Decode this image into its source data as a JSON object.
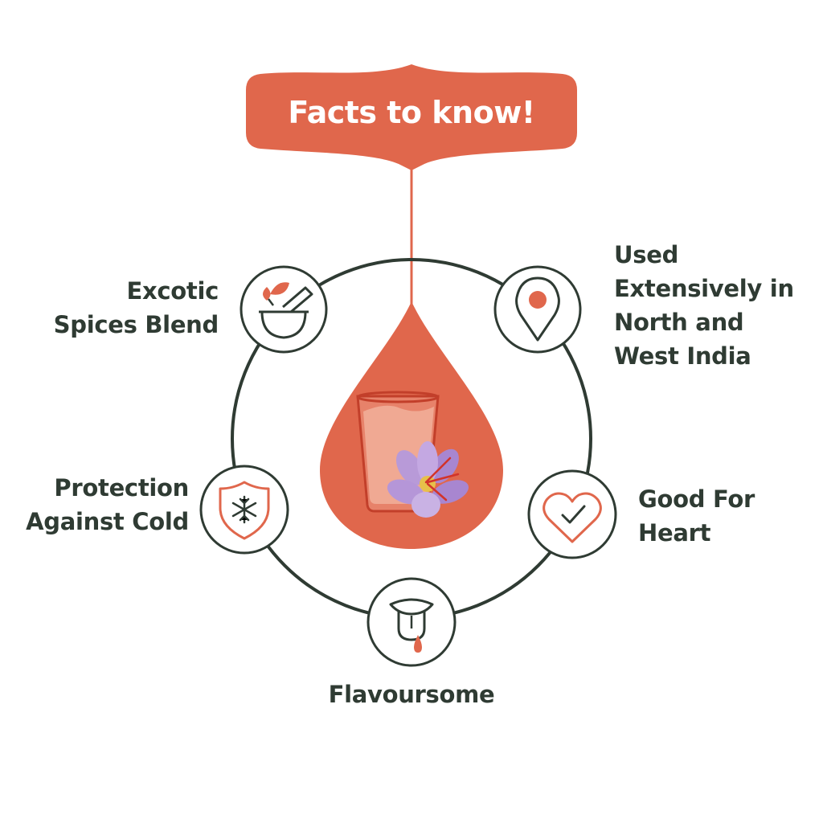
{
  "title": "Facts to know!",
  "facts": {
    "spices": [
      "Excotic",
      "Spices Blend"
    ],
    "region": [
      "Used",
      "Extensively in",
      "North and",
      "West India"
    ],
    "cold": [
      "Protection",
      "Against Cold"
    ],
    "heart": [
      "Good For",
      "Heart"
    ],
    "flavour": [
      "Flavoursome"
    ]
  },
  "icons": {
    "spices": "mortar-pestle-leaf-icon",
    "region": "map-pin-icon",
    "cold": "shield-snowflake-icon",
    "heart": "heart-check-icon",
    "flavour": "tongue-drop-icon",
    "center": "glass-saffron-flower-drop"
  },
  "colors": {
    "accent": "#e0674c",
    "dark": "#2f3b33",
    "glass_fill": "#f0a993",
    "flower": "#b89ad8",
    "background": "#ffffff"
  }
}
